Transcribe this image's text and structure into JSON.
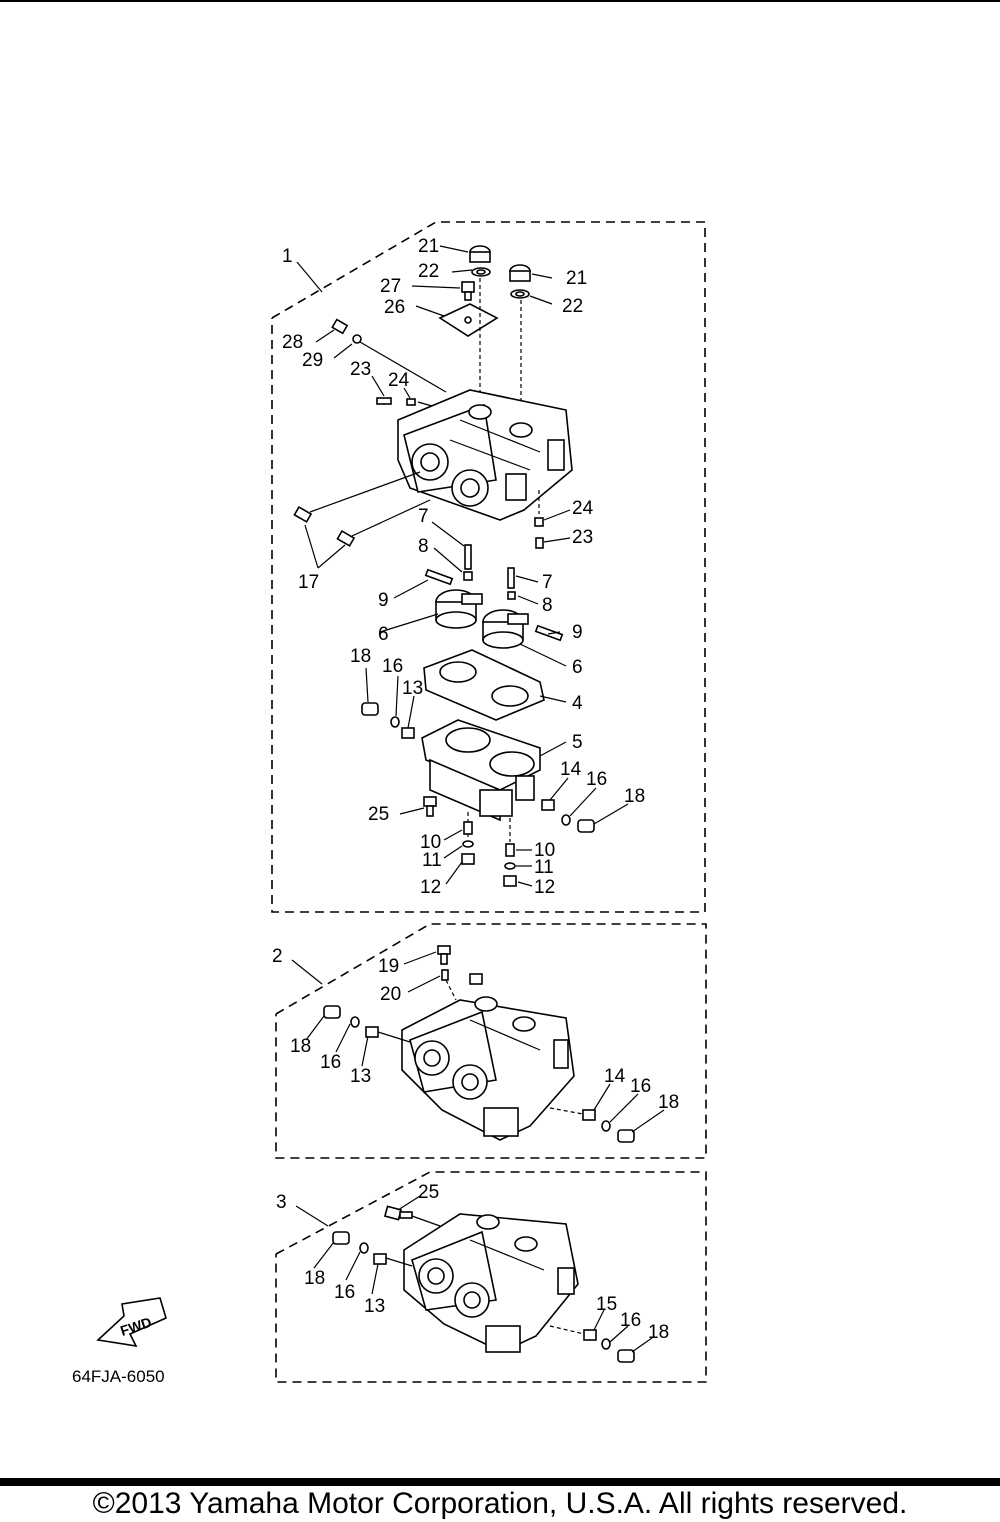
{
  "diagram": {
    "drawing_code": "64FJA-6050",
    "fwd_label": "FWD",
    "groups": [
      {
        "callouts": [
          {
            "id": "1",
            "label": "1"
          },
          {
            "id": "21a",
            "label": "21"
          },
          {
            "id": "22a",
            "label": "22"
          },
          {
            "id": "21b",
            "label": "21"
          },
          {
            "id": "22b",
            "label": "22"
          },
          {
            "id": "27",
            "label": "27"
          },
          {
            "id": "26",
            "label": "26"
          },
          {
            "id": "28",
            "label": "28"
          },
          {
            "id": "29",
            "label": "29"
          },
          {
            "id": "23a",
            "label": "23"
          },
          {
            "id": "24a",
            "label": "24"
          },
          {
            "id": "24b",
            "label": "24"
          },
          {
            "id": "23b",
            "label": "23"
          },
          {
            "id": "17",
            "label": "17"
          },
          {
            "id": "7a",
            "label": "7"
          },
          {
            "id": "8a",
            "label": "8"
          },
          {
            "id": "7b",
            "label": "7"
          },
          {
            "id": "8b",
            "label": "8"
          },
          {
            "id": "9a",
            "label": "9"
          },
          {
            "id": "9b",
            "label": "9"
          },
          {
            "id": "6a",
            "label": "6"
          },
          {
            "id": "6b",
            "label": "6"
          },
          {
            "id": "18a",
            "label": "18"
          },
          {
            "id": "16a",
            "label": "16"
          },
          {
            "id": "13a",
            "label": "13"
          },
          {
            "id": "4",
            "label": "4"
          },
          {
            "id": "5",
            "label": "5"
          },
          {
            "id": "14a",
            "label": "14"
          },
          {
            "id": "16b",
            "label": "16"
          },
          {
            "id": "18b",
            "label": "18"
          },
          {
            "id": "25a",
            "label": "25"
          },
          {
            "id": "10a",
            "label": "10"
          },
          {
            "id": "11a",
            "label": "11"
          },
          {
            "id": "12a",
            "label": "12"
          },
          {
            "id": "10b",
            "label": "10"
          },
          {
            "id": "11b",
            "label": "11"
          },
          {
            "id": "12b",
            "label": "12"
          }
        ]
      },
      {
        "callouts": [
          {
            "id": "2",
            "label": "2"
          },
          {
            "id": "19",
            "label": "19"
          },
          {
            "id": "20",
            "label": "20"
          },
          {
            "id": "18c",
            "label": "18"
          },
          {
            "id": "16c",
            "label": "16"
          },
          {
            "id": "13c",
            "label": "13"
          },
          {
            "id": "14d",
            "label": "14"
          },
          {
            "id": "16d",
            "label": "16"
          },
          {
            "id": "18d",
            "label": "18"
          }
        ]
      },
      {
        "callouts": [
          {
            "id": "3",
            "label": "3"
          },
          {
            "id": "25e",
            "label": "25"
          },
          {
            "id": "18e",
            "label": "18"
          },
          {
            "id": "16e",
            "label": "16"
          },
          {
            "id": "13e",
            "label": "13"
          },
          {
            "id": "15f",
            "label": "15"
          },
          {
            "id": "16f",
            "label": "16"
          },
          {
            "id": "18f",
            "label": "18"
          }
        ]
      }
    ]
  },
  "footer": {
    "copyright": "©2013 Yamaha Motor Corporation, U.S.A. All rights reserved."
  }
}
